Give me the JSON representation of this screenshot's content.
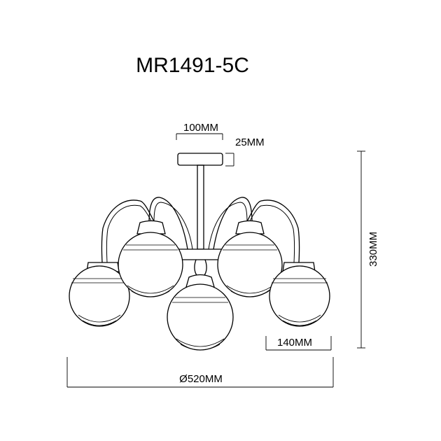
{
  "title": "MR1491-5C",
  "dimensions": {
    "canopy_width": "100MM",
    "canopy_height": "25MM",
    "total_height": "330MM",
    "shade_width": "140MM",
    "diameter": "Ø520MM"
  }
}
